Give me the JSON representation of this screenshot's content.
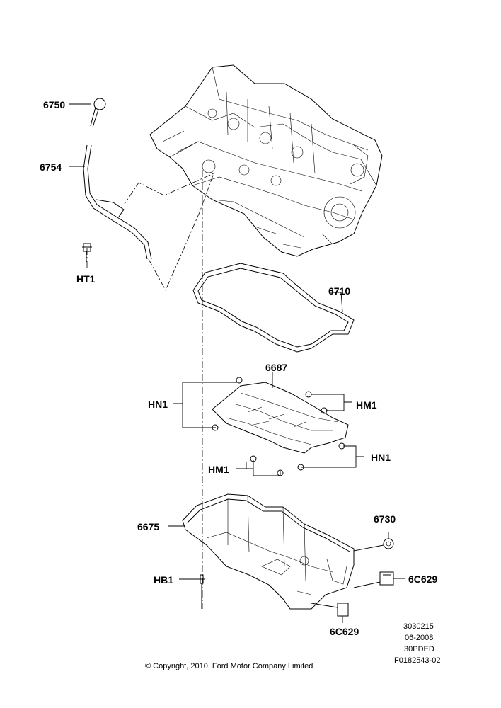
{
  "callouts": {
    "dipstick": "6750",
    "dipstick_tube": "6754",
    "tube_bolt": "HT1",
    "oil_pan_gasket": "6710",
    "oil_baffle": "6687",
    "baffle_nuts_left": "HN1",
    "baffle_studs_right": "HM1",
    "baffle_studs_lower": "HM1",
    "baffle_nuts_lower_right": "HN1",
    "oil_pan": "6675",
    "pan_bolt": "HB1",
    "drain_plug": "6730",
    "oil_level_sensor_right": "6C629",
    "oil_level_sensor_bottom": "6C629"
  },
  "reference": {
    "line1": "3030215",
    "line2": "06-2008",
    "line3": "30PDED",
    "line4": "F0182543-02"
  },
  "copyright": "© Copyright, 2010, Ford Motor Company Limited"
}
